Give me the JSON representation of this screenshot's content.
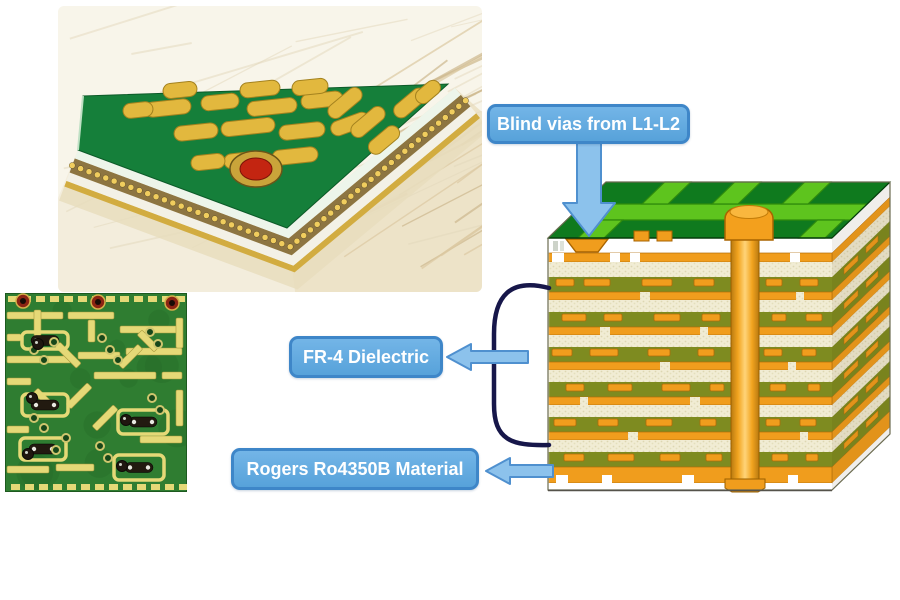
{
  "labels": {
    "blind_vias": "Blind vias from L1-L2",
    "fr4_dielectric": "FR-4 Dielectric",
    "rogers_material": "Rogers Ro4350B Material"
  },
  "palette": {
    "label_fill_top": "#73b5e7",
    "label_fill_bottom": "#57a2da",
    "label_border": "#3e86c8",
    "label_text": "#ffffff",
    "arrow_fill": "#8cc2ec",
    "arrow_border": "#4f90cf",
    "bracket_line": "#17174a",
    "solder_mask_green": "#0f7a1e",
    "trace_light_green": "#5ec41e",
    "core_olive": "#7e8b20",
    "prepreg_cream": "#f1ecd4",
    "copper_orange": "#f09d1d",
    "via_highlight": "#ffd473",
    "photo_board_green": "#157f3a",
    "pad_gold": "#e2b83e",
    "photo_bg_cream": "#f8f5ea",
    "pcb_photo_green": "#2f7d31",
    "pcb_photo_trace": "#e5d977"
  }
}
